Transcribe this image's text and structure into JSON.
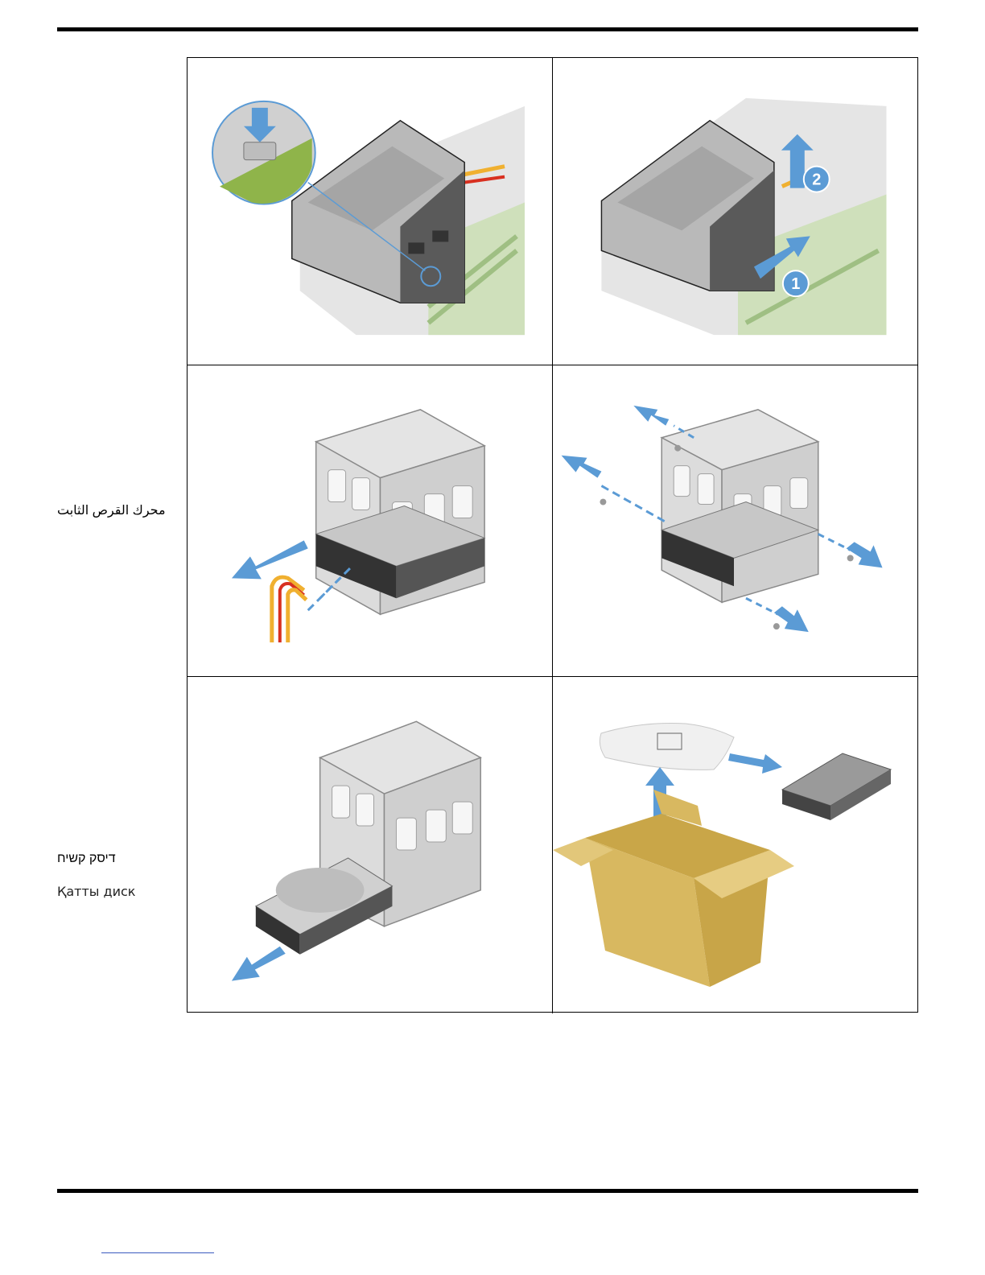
{
  "labels": {
    "arabic": "محرك القرص الثابت",
    "hebrew": "דיסק קשיח",
    "kazakh": "Қатты диск"
  },
  "callouts": {
    "step1": "1",
    "step2": "2"
  },
  "colors": {
    "arrow": "#5b9bd5",
    "chassis": "#c9c9c9",
    "board": "#b6cf9a",
    "cage": "#d4d4d4",
    "cable_yellow": "#f0b030",
    "cable_red": "#d83020",
    "box": "#d8b860"
  },
  "icons": [
    "down-arrow-icon",
    "step-1-badge-icon",
    "step-2-badge-icon",
    "pull-arrow-icon"
  ]
}
